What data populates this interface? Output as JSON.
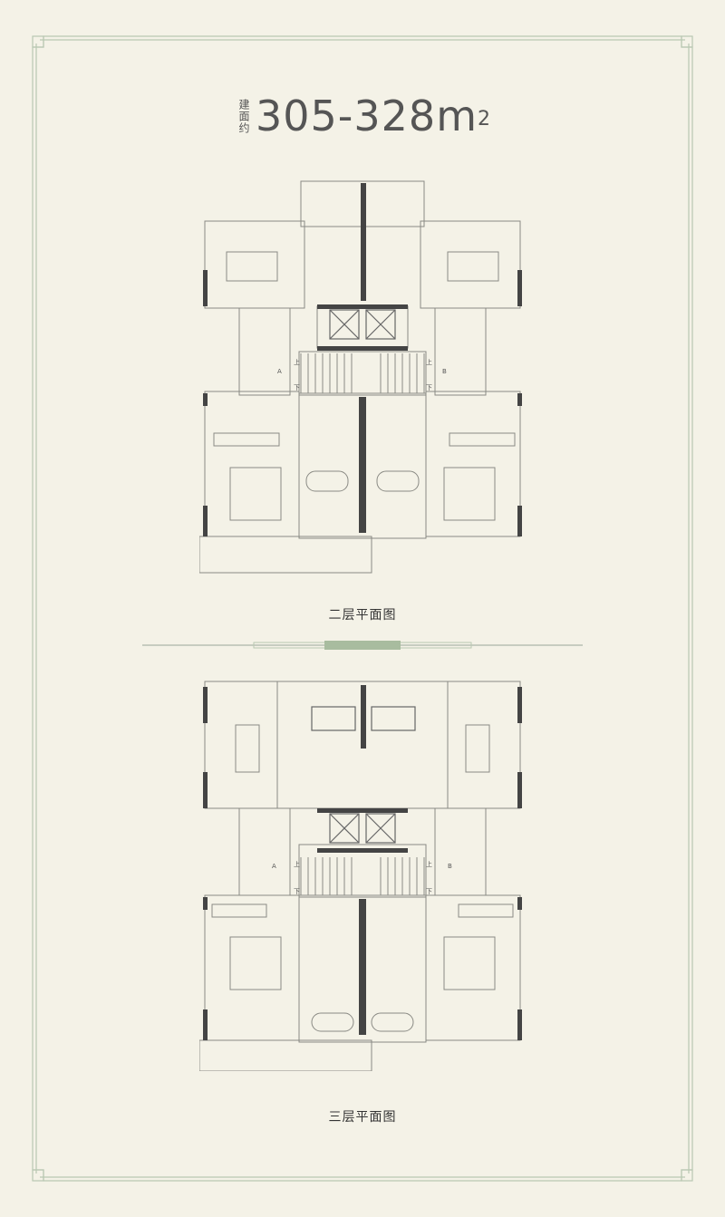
{
  "title": {
    "label": "建面约",
    "value": "305-328m",
    "unit_sup": "2"
  },
  "floors": [
    {
      "caption": "二层平面图",
      "unit_a": "A",
      "unit_b": "B",
      "stair_up": "上",
      "stair_down": "下"
    },
    {
      "caption": "三层平面图",
      "unit_a": "A",
      "unit_b": "B",
      "stair_up": "上",
      "stair_down": "下"
    }
  ],
  "colors": {
    "background": "#f4f2e7",
    "frame": "#b9c8b2",
    "divider_accent": "#a8bc9f",
    "text": "#555555",
    "wall": "#444444"
  }
}
